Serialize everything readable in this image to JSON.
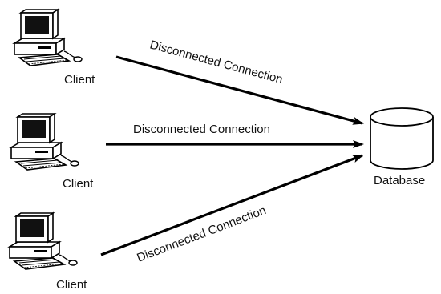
{
  "diagram": {
    "clients": [
      {
        "label": "Client"
      },
      {
        "label": "Client"
      },
      {
        "label": "Client"
      }
    ],
    "connections": [
      {
        "label": "Disconnected Connection"
      },
      {
        "label": "Disconnected Connection"
      },
      {
        "label": "Disconnected Connection"
      }
    ],
    "database": {
      "label": "Database"
    }
  }
}
